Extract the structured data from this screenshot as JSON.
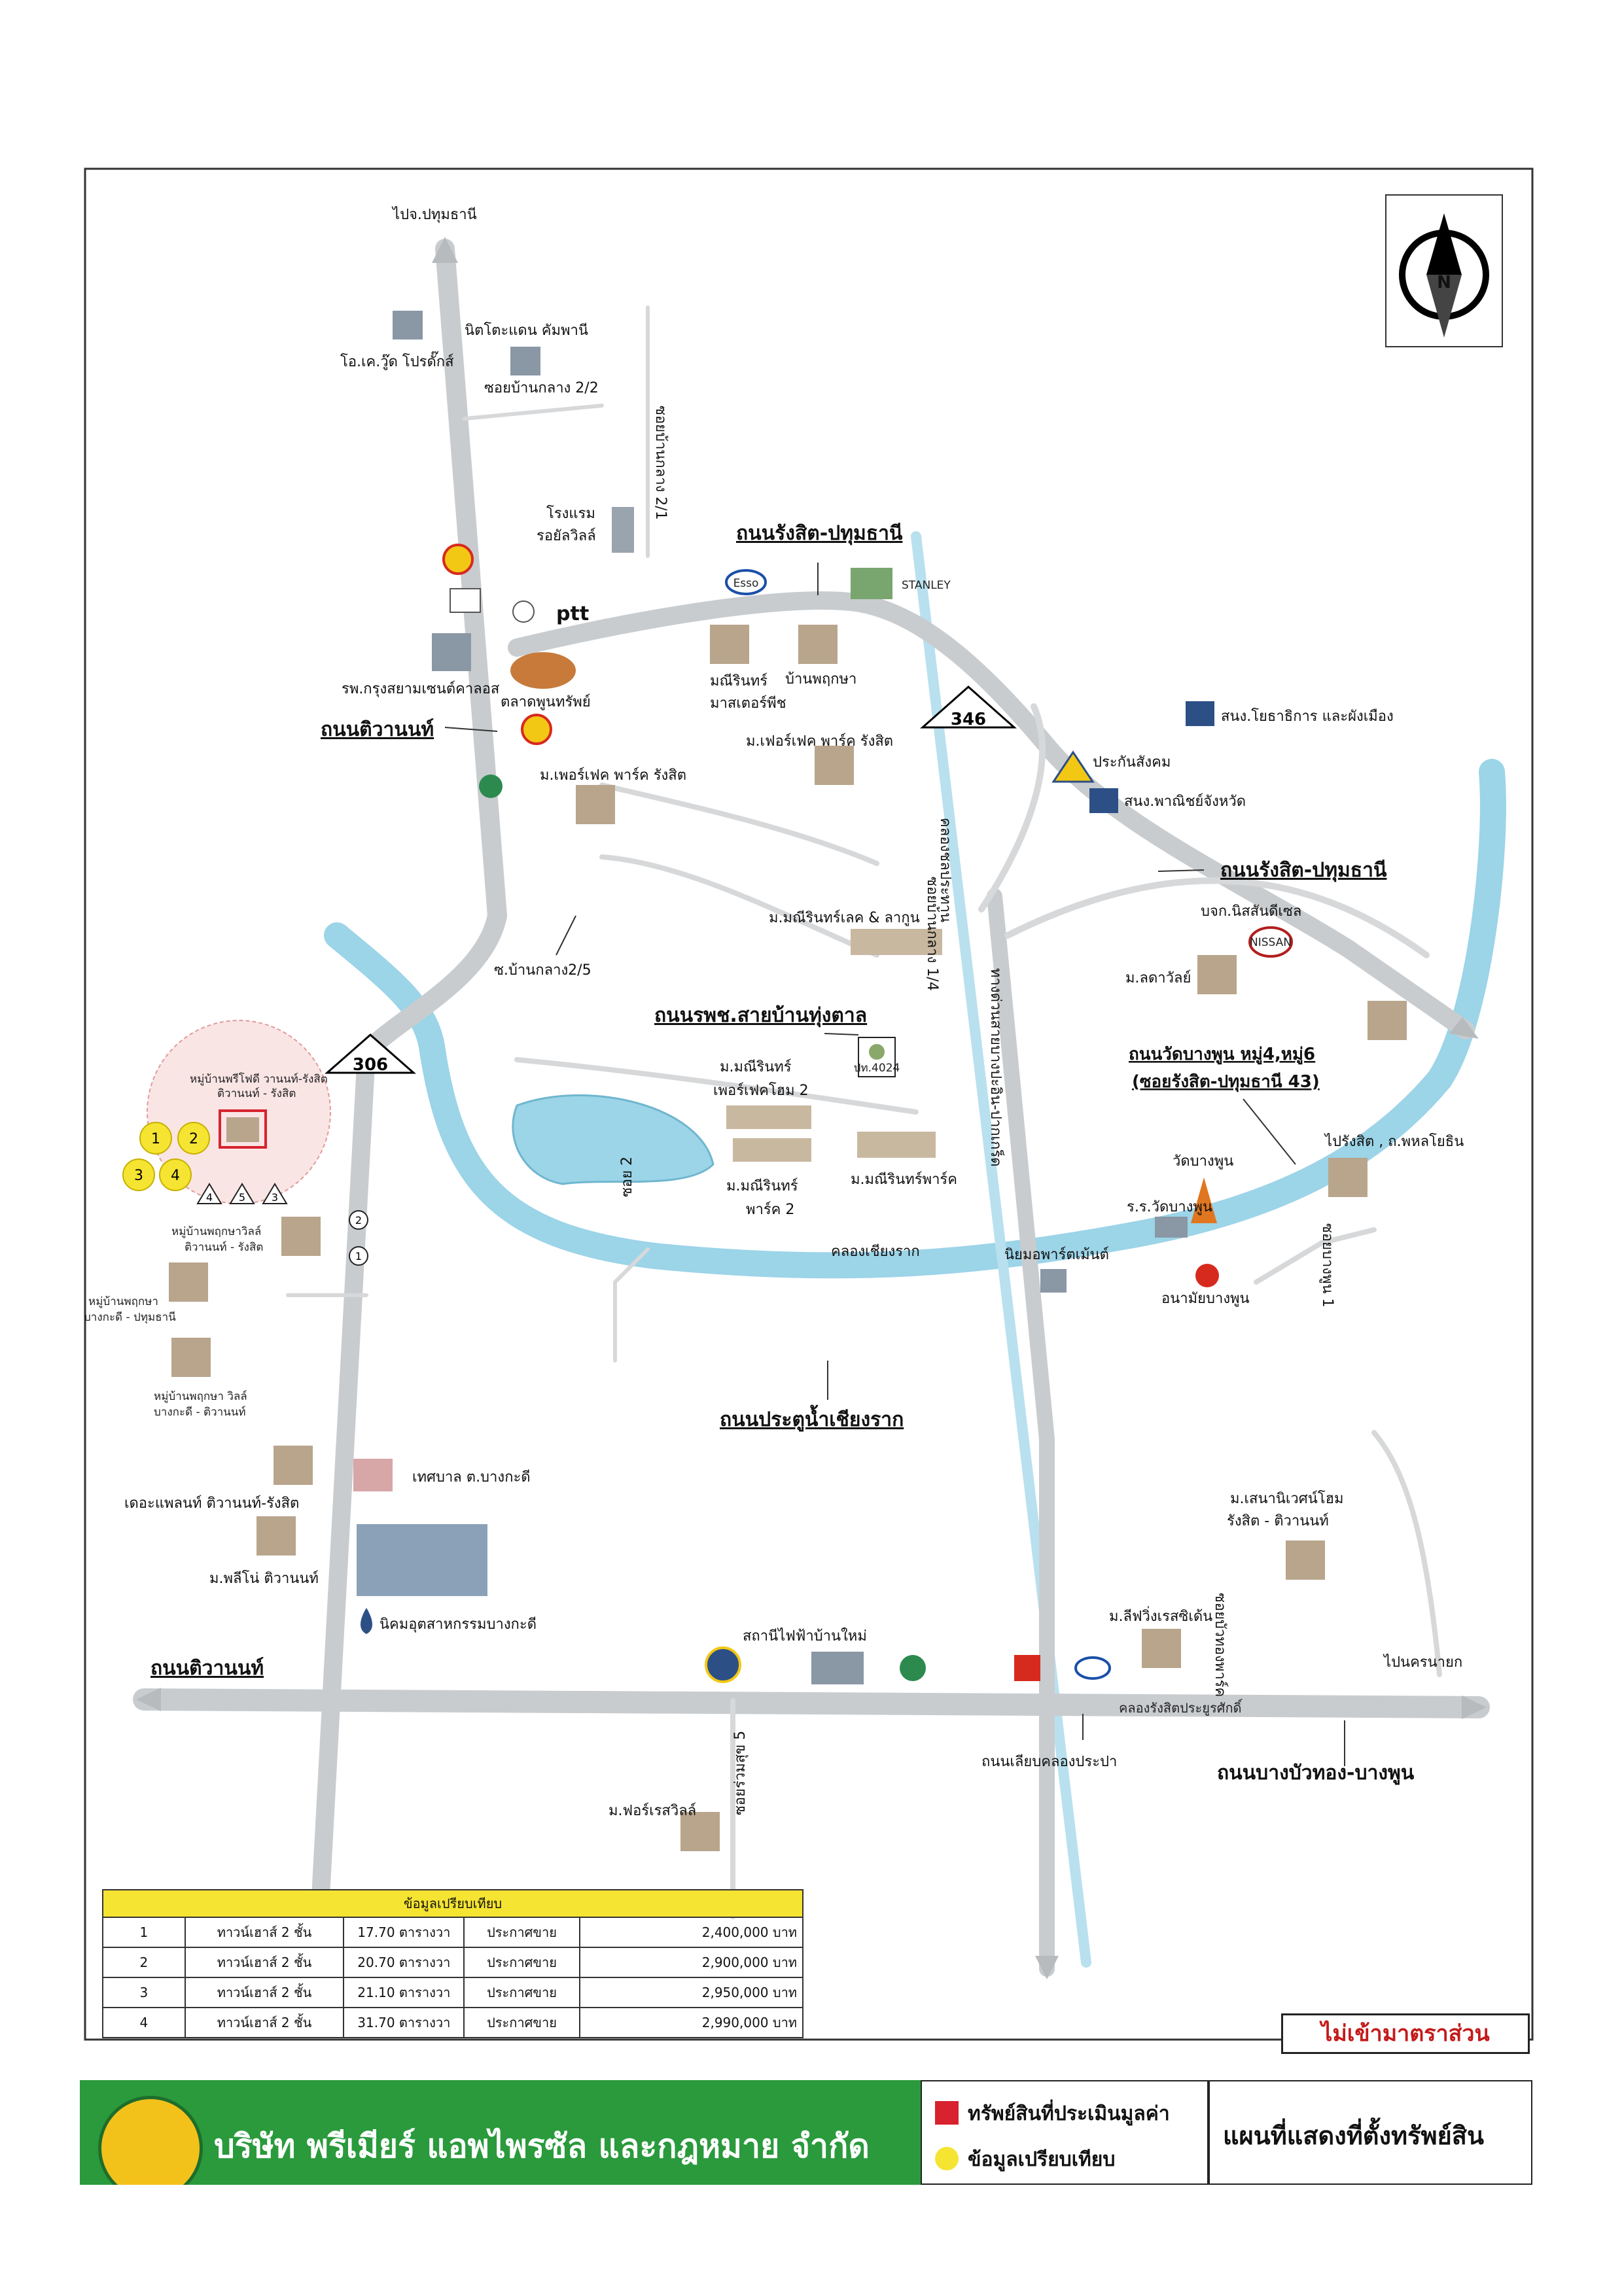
{
  "labels": {
    "to_pathum": "ไปจ.ปทุมธานี",
    "nitto": "นิตโตะแดน คัมพานี",
    "ok_wood": "โอ.เค.วู๊ด โปรดั๊กส์",
    "soi_2_2": "ซอยบ้านกลาง 2/2",
    "soi_2_1": "ซอยบ้านกลาง 2/1",
    "hotel": "โรงแรม\nรอยัลวิลล์",
    "rangsit_pathum_top": "ถนนรังสิต-ปทุมธานี",
    "stanley": "STANLEY",
    "ptt": "ptt",
    "esso": "Esso",
    "hospital": "รพ.กรุงสยามเซนต์คาลอส",
    "market": "ตลาดพูนทรัพย์",
    "tiwanon_top": "ถนนติวานนท์",
    "perfect_park_1": "ม.เพอร์เฟค พาร์ค รังสิต",
    "perfect_park_2": "ม.เฟอร์เฟค พาร์ค รังสิต",
    "maneerin_master": "มณีรินทร์\nมาสเตอร์พีช",
    "baan_pruksa": "บ้านพฤกษา",
    "route_346": "346",
    "provincial_office": "สนง.โยธาธิการ และผังเมือง",
    "social_security": "ประกันสังคม",
    "commerce_office": "สนง.พาณิชย์จังหวัด",
    "rangsit_pathum_right": "ถนนรังสิต-ปทุมธานี",
    "nissan_dealer": "บจก.นิสสันดีเซล",
    "lat_tawan": "ม.ลดาวัลย์",
    "khlong_prapa": "คลองชลประทาน",
    "soi_1_4": "ซอยบ้านกลาง 1/4",
    "expressway": "ทางด่วนสายบางปะอิน-ปากเกร็ด",
    "maneerin_lake": "ม.มณีรินทร์เลค & ลากูน",
    "soi_2_5": "ซ.บ้านกลาง2/5",
    "hospital_road": "ถนนรพช.สายบ้านทุ่งตาล",
    "pathum_4024": "ปท.4024",
    "wat_road_1": "ถนนวัดบางพูน หมู่4,หมู่6",
    "wat_road_2": "(ซอยรังสิต-ปทุมธานี 43)",
    "route_306": "306",
    "maneerin_perfect_home": "ม.มณีรินทร์\nเพอร์เฟคโฮม 2",
    "maneerin_park_2": "ม.มณีรินทร์\nพาร์ค 2",
    "maneerin_park": "ม.มณีรินทร์พาร์ค",
    "to_rangsit": "ไปรังสิต , ถ.พหลโยธิน",
    "wat_bangpoon": "วัดบางพูน",
    "school_bangpoon": "ร.ร.วัดบางพูน",
    "soi_bangpoon_1": "ซอยบางพูน 1",
    "soi_2": "ซอย 2",
    "khlong_chiang_rak": "คลองเชียงราก",
    "niyom_apartment": "นิยมอพาร์ตเม้นต์",
    "health_center": "อนามัยบางพูน",
    "subject_property": "หมู่บ้านพรีโฟดี วานนท์-รังสิต\nติวานนท์ - รังสิต",
    "pruksa_ville_1": "หมู่บ้านพฤกษาวิลล์\nติวานนท์ - รังสิต",
    "pruksa_bangkadi": "หมู่บ้านพฤกษา\nบางกะดี - ปทุมธานี",
    "pruksa_ville_2": "หมู่บ้านพฤกษา วิลล์\nบางกะดี - ติวานนท์",
    "pratoo_nam_road": "ถนนประตูน้ำเชียงราก",
    "the_plant": "เดอะแพลนท์ ติวานนท์-รังสิต",
    "municipality": "เทศบาล ต.บางกะดี",
    "pleno": "ม.พลีโน่ ติวานนท์",
    "industrial_estate": "นิคมอุตสาหกรรมบางกะดี",
    "senanikorn": "ม.เสนานิเวศน์โฮม\nรังสิต - ติวานนท์",
    "baan_mai_station": "สถานีไฟฟ้าบ้านใหม่",
    "lifewell": "ม.ลีฟวิ่งเรสซิเด้น",
    "soi_bua_thong": "ซอยบัวทองพาร์ค",
    "to_nakhon_nayok": "ไปนครนายก",
    "tiwanon_bottom": "ถนนติวานนท์",
    "khlong_rangsit": "คลองรังสิตประยูรศักดิ์",
    "bypass_khlong_prapa": "ถนนเลียบคลองประปา",
    "bangbuathong_road": "ถนนบางบัวทอง-บางพูน",
    "soi_ruamsuk": "ซอยร่วมสุข 5",
    "forest_ville": "ม.ฟอร์เรสวิลล์",
    "nissan": "NISSAN",
    "north": "N"
  },
  "comparison": {
    "title": "ข้อมูลเปรียบเทียบ",
    "rows": [
      {
        "no": "1",
        "type": "ทาวน์เฮาส์ 2 ชั้น",
        "area": "17.70 ตารางวา",
        "status": "ประกาศขาย",
        "price": "2,400,000 บาท"
      },
      {
        "no": "2",
        "type": "ทาวน์เฮาส์ 2 ชั้น",
        "area": "20.70 ตารางวา",
        "status": "ประกาศขาย",
        "price": "2,900,000 บาท"
      },
      {
        "no": "3",
        "type": "ทาวน์เฮาส์ 2 ชั้น",
        "area": "21.10 ตารางวา",
        "status": "ประกาศขาย",
        "price": "2,950,000 บาท"
      },
      {
        "no": "4",
        "type": "ทาวน์เฮาส์ 2 ชั้น",
        "area": "31.70 ตารางวา",
        "status": "ประกาศขาย",
        "price": "2,990,000 บาท"
      }
    ]
  },
  "markers": {
    "comparables": [
      "1",
      "2",
      "3",
      "4"
    ],
    "small_arrows": [
      "4",
      "5",
      "3"
    ],
    "side_arrows": [
      "2",
      "1"
    ]
  },
  "footer": {
    "not_to_scale": "ไม่เข้ามาตราส่วน",
    "company": "บริษัท พรีเมียร์ แอพไพรซัล และกฎหมาย จำกัด",
    "legend_subject": "ทรัพย์สินที่ประเมินมูลค่า",
    "legend_comparable": "ข้อมูลเปรียบเทียบ",
    "map_title": "แผนที่แสดงที่ตั้งทรัพย์สิน"
  },
  "colors": {
    "road": "#c9cccf",
    "canal": "#9cd4e8",
    "subject_marker": "#d8222f",
    "comparable_marker": "#f6e432",
    "company_green": "#2a9a3c"
  }
}
